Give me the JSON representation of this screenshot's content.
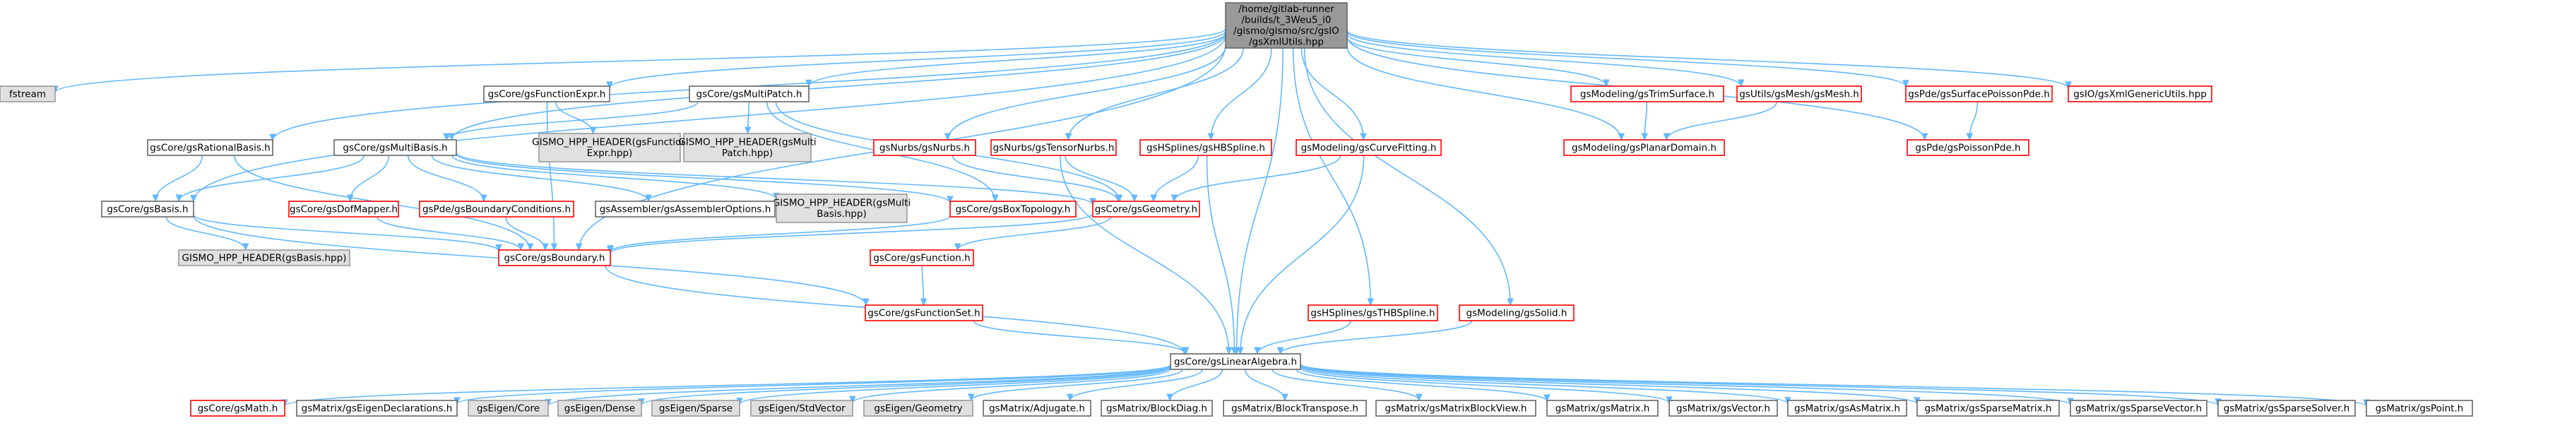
{
  "graph": {
    "nodes": [
      {
        "id": "root",
        "lines": [
          "/home/gitlab-runner",
          "/builds/t_3Weu5_i0",
          "/gismo/gismo/src/gsIO",
          "/gsXmlUtils.hpp"
        ],
        "style": "root"
      },
      {
        "id": "fstream",
        "lines": [
          "fstream"
        ],
        "style": "gray"
      },
      {
        "id": "rational",
        "lines": [
          "gsCore/gsRationalBasis.h"
        ],
        "style": "normal"
      },
      {
        "id": "funcexpr",
        "lines": [
          "gsCore/gsFunctionExpr.h"
        ],
        "style": "normal"
      },
      {
        "id": "multipatch",
        "lines": [
          "gsCore/gsMultiPatch.h"
        ],
        "style": "normal"
      },
      {
        "id": "multibasis",
        "lines": [
          "gsCore/gsMultiBasis.h"
        ],
        "style": "normal"
      },
      {
        "id": "basis",
        "lines": [
          "gsCore/gsBasis.h"
        ],
        "style": "normal"
      },
      {
        "id": "gh_funcexpr",
        "lines": [
          "GISMO_HPP_HEADER(gsFunction",
          "Expr.hpp)"
        ],
        "style": "gray"
      },
      {
        "id": "gh_multipatch",
        "lines": [
          "GISMO_HPP_HEADER(gsMulti",
          "Patch.hpp)"
        ],
        "style": "gray"
      },
      {
        "id": "gh_multibasis",
        "lines": [
          "GISMO_HPP_HEADER(gsMulti",
          "Basis.hpp)"
        ],
        "style": "gray"
      },
      {
        "id": "gh_basis",
        "lines": [
          "GISMO_HPP_HEADER(gsBasis.hpp)"
        ],
        "style": "gray"
      },
      {
        "id": "dofmapper",
        "lines": [
          "gsCore/gsDofMapper.h"
        ],
        "style": "red"
      },
      {
        "id": "pdebc",
        "lines": [
          "gsPde/gsBoundaryConditions.h"
        ],
        "style": "red"
      },
      {
        "id": "assembleropts",
        "lines": [
          "gsAssembler/gsAssemblerOptions.h"
        ],
        "style": "normal"
      },
      {
        "id": "boxtopo",
        "lines": [
          "gsCore/gsBoxTopology.h"
        ],
        "style": "red"
      },
      {
        "id": "geometry",
        "lines": [
          "gsCore/gsGeometry.h"
        ],
        "style": "red"
      },
      {
        "id": "boundary",
        "lines": [
          "gsCore/gsBoundary.h"
        ],
        "style": "red"
      },
      {
        "id": "function",
        "lines": [
          "gsCore/gsFunction.h"
        ],
        "style": "red"
      },
      {
        "id": "functionset",
        "lines": [
          "gsCore/gsFunctionSet.h"
        ],
        "style": "red"
      },
      {
        "id": "nurbs",
        "lines": [
          "gsNurbs/gsNurbs.h"
        ],
        "style": "red"
      },
      {
        "id": "tensornurbs",
        "lines": [
          "gsNurbs/gsTensorNurbs.h"
        ],
        "style": "red"
      },
      {
        "id": "hbspline",
        "lines": [
          "gsHSplines/gsHBSpline.h"
        ],
        "style": "red"
      },
      {
        "id": "curvefitting",
        "lines": [
          "gsModeling/gsCurveFitting.h"
        ],
        "style": "red"
      },
      {
        "id": "trimsurface",
        "lines": [
          "gsModeling/gsTrimSurface.h"
        ],
        "style": "red"
      },
      {
        "id": "planardomain",
        "lines": [
          "gsModeling/gsPlanarDomain.h"
        ],
        "style": "red"
      },
      {
        "id": "gsmesh",
        "lines": [
          "gsUtils/gsMesh/gsMesh.h"
        ],
        "style": "red"
      },
      {
        "id": "surfpoisson",
        "lines": [
          "gsPde/gsSurfacePoissonPde.h"
        ],
        "style": "red"
      },
      {
        "id": "poissonpde",
        "lines": [
          "gsPde/gsPoissonPde.h"
        ],
        "style": "red"
      },
      {
        "id": "xmlgeneric",
        "lines": [
          "gsIO/gsXmlGenericUtils.hpp"
        ],
        "style": "red"
      },
      {
        "id": "thbspline",
        "lines": [
          "gsHSplines/gsTHBSpline.h"
        ],
        "style": "red"
      },
      {
        "id": "solid",
        "lines": [
          "gsModeling/gsSolid.h"
        ],
        "style": "red"
      },
      {
        "id": "linalg",
        "lines": [
          "gsCore/gsLinearAlgebra.h"
        ],
        "style": "normal"
      },
      {
        "id": "math",
        "lines": [
          "gsCore/gsMath.h"
        ],
        "style": "red"
      },
      {
        "id": "eigendecl",
        "lines": [
          "gsMatrix/gsEigenDeclarations.h"
        ],
        "style": "normal"
      },
      {
        "id": "eigencore",
        "lines": [
          "gsEigen/Core"
        ],
        "style": "gray"
      },
      {
        "id": "eigendense",
        "lines": [
          "gsEigen/Dense"
        ],
        "style": "gray"
      },
      {
        "id": "eigensparse",
        "lines": [
          "gsEigen/Sparse"
        ],
        "style": "gray"
      },
      {
        "id": "eigenstdvec",
        "lines": [
          "gsEigen/StdVector"
        ],
        "style": "gray"
      },
      {
        "id": "eigengeom",
        "lines": [
          "gsEigen/Geometry"
        ],
        "style": "gray"
      },
      {
        "id": "adjugate",
        "lines": [
          "gsMatrix/Adjugate.h"
        ],
        "style": "normal"
      },
      {
        "id": "blockdiag",
        "lines": [
          "gsMatrix/BlockDiag.h"
        ],
        "style": "normal"
      },
      {
        "id": "blocktranspose",
        "lines": [
          "gsMatrix/BlockTranspose.h"
        ],
        "style": "normal"
      },
      {
        "id": "matblockview",
        "lines": [
          "gsMatrix/gsMatrixBlockView.h"
        ],
        "style": "normal"
      },
      {
        "id": "gsmatrix",
        "lines": [
          "gsMatrix/gsMatrix.h"
        ],
        "style": "normal"
      },
      {
        "id": "gsvector",
        "lines": [
          "gsMatrix/gsVector.h"
        ],
        "style": "normal"
      },
      {
        "id": "asmatrix",
        "lines": [
          "gsMatrix/gsAsMatrix.h"
        ],
        "style": "normal"
      },
      {
        "id": "sparsematrix",
        "lines": [
          "gsMatrix/gsSparseMatrix.h"
        ],
        "style": "normal"
      },
      {
        "id": "sparsevector",
        "lines": [
          "gsMatrix/gsSparseVector.h"
        ],
        "style": "normal"
      },
      {
        "id": "sparsesolver",
        "lines": [
          "gsMatrix/gsSparseSolver.h"
        ],
        "style": "normal"
      },
      {
        "id": "gspoint",
        "lines": [
          "gsMatrix/gsPoint.h"
        ],
        "style": "normal"
      }
    ],
    "edges": [
      [
        "root",
        "fstream"
      ],
      [
        "root",
        "rational"
      ],
      [
        "root",
        "funcexpr"
      ],
      [
        "root",
        "multipatch"
      ],
      [
        "root",
        "multibasis"
      ],
      [
        "root",
        "basis"
      ],
      [
        "root",
        "nurbs"
      ],
      [
        "root",
        "tensornurbs"
      ],
      [
        "root",
        "hbspline"
      ],
      [
        "root",
        "curvefitting"
      ],
      [
        "root",
        "trimsurface"
      ],
      [
        "root",
        "planardomain"
      ],
      [
        "root",
        "gsmesh"
      ],
      [
        "root",
        "surfpoisson"
      ],
      [
        "root",
        "poissonpde"
      ],
      [
        "root",
        "xmlgeneric"
      ],
      [
        "root",
        "thbspline"
      ],
      [
        "root",
        "solid"
      ],
      [
        "root",
        "linalg"
      ],
      [
        "root",
        "boundary"
      ],
      [
        "rational",
        "basis"
      ],
      [
        "rational",
        "boundary"
      ],
      [
        "funcexpr",
        "gh_funcexpr"
      ],
      [
        "funcexpr",
        "boundary"
      ],
      [
        "multipatch",
        "multibasis"
      ],
      [
        "multipatch",
        "gh_multipatch"
      ],
      [
        "multipatch",
        "boxtopo"
      ],
      [
        "multipatch",
        "geometry"
      ],
      [
        "multibasis",
        "basis"
      ],
      [
        "multibasis",
        "dofmapper"
      ],
      [
        "multibasis",
        "pdebc"
      ],
      [
        "multibasis",
        "assembleropts"
      ],
      [
        "multibasis",
        "gh_multibasis"
      ],
      [
        "multibasis",
        "boxtopo"
      ],
      [
        "multibasis",
        "geometry"
      ],
      [
        "basis",
        "gh_basis"
      ],
      [
        "basis",
        "boundary"
      ],
      [
        "basis",
        "functionset"
      ],
      [
        "dofmapper",
        "boundary"
      ],
      [
        "pdebc",
        "boundary"
      ],
      [
        "boxtopo",
        "boundary"
      ],
      [
        "geometry",
        "boundary"
      ],
      [
        "geometry",
        "function"
      ],
      [
        "function",
        "functionset"
      ],
      [
        "functionset",
        "linalg"
      ],
      [
        "boundary",
        "linalg"
      ],
      [
        "nurbs",
        "geometry"
      ],
      [
        "tensornurbs",
        "geometry"
      ],
      [
        "hbspline",
        "geometry"
      ],
      [
        "hbspline",
        "linalg"
      ],
      [
        "curvefitting",
        "geometry"
      ],
      [
        "curvefitting",
        "linalg"
      ],
      [
        "tensornurbs",
        "linalg"
      ],
      [
        "trimsurface",
        "planardomain"
      ],
      [
        "gsmesh",
        "planardomain"
      ],
      [
        "surfpoisson",
        "poissonpde"
      ],
      [
        "thbspline",
        "linalg"
      ],
      [
        "solid",
        "linalg"
      ],
      [
        "linalg",
        "math"
      ],
      [
        "linalg",
        "eigendecl"
      ],
      [
        "linalg",
        "eigencore"
      ],
      [
        "linalg",
        "eigendense"
      ],
      [
        "linalg",
        "eigensparse"
      ],
      [
        "linalg",
        "eigenstdvec"
      ],
      [
        "linalg",
        "eigengeom"
      ],
      [
        "linalg",
        "adjugate"
      ],
      [
        "linalg",
        "blockdiag"
      ],
      [
        "linalg",
        "blocktranspose"
      ],
      [
        "linalg",
        "matblockview"
      ],
      [
        "linalg",
        "gsmatrix"
      ],
      [
        "linalg",
        "gsvector"
      ],
      [
        "linalg",
        "asmatrix"
      ],
      [
        "linalg",
        "sparsematrix"
      ],
      [
        "linalg",
        "sparsevector"
      ],
      [
        "linalg",
        "sparsesolver"
      ],
      [
        "linalg",
        "gspoint"
      ]
    ],
    "colors": {
      "edge": "#63b8ff",
      "normal_fill": "#ffffff",
      "normal_border": "#666666",
      "gray_fill": "#e0e0e0",
      "gray_border": "#999999",
      "red_fill": "#ffffff",
      "red_border": "#ff0000",
      "root_fill": "#999999",
      "root_border": "#666666",
      "text": "#000000"
    }
  }
}
